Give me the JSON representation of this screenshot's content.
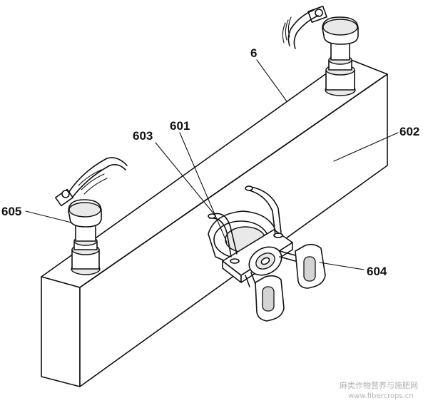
{
  "labels": {
    "main": "6",
    "l601": "601",
    "l602": "602",
    "l603": "603",
    "l604": "604",
    "l605": "605"
  },
  "watermark": {
    "line1": "麻类作物营养与施肥网",
    "line2": "www.fibercrops.cn"
  }
}
